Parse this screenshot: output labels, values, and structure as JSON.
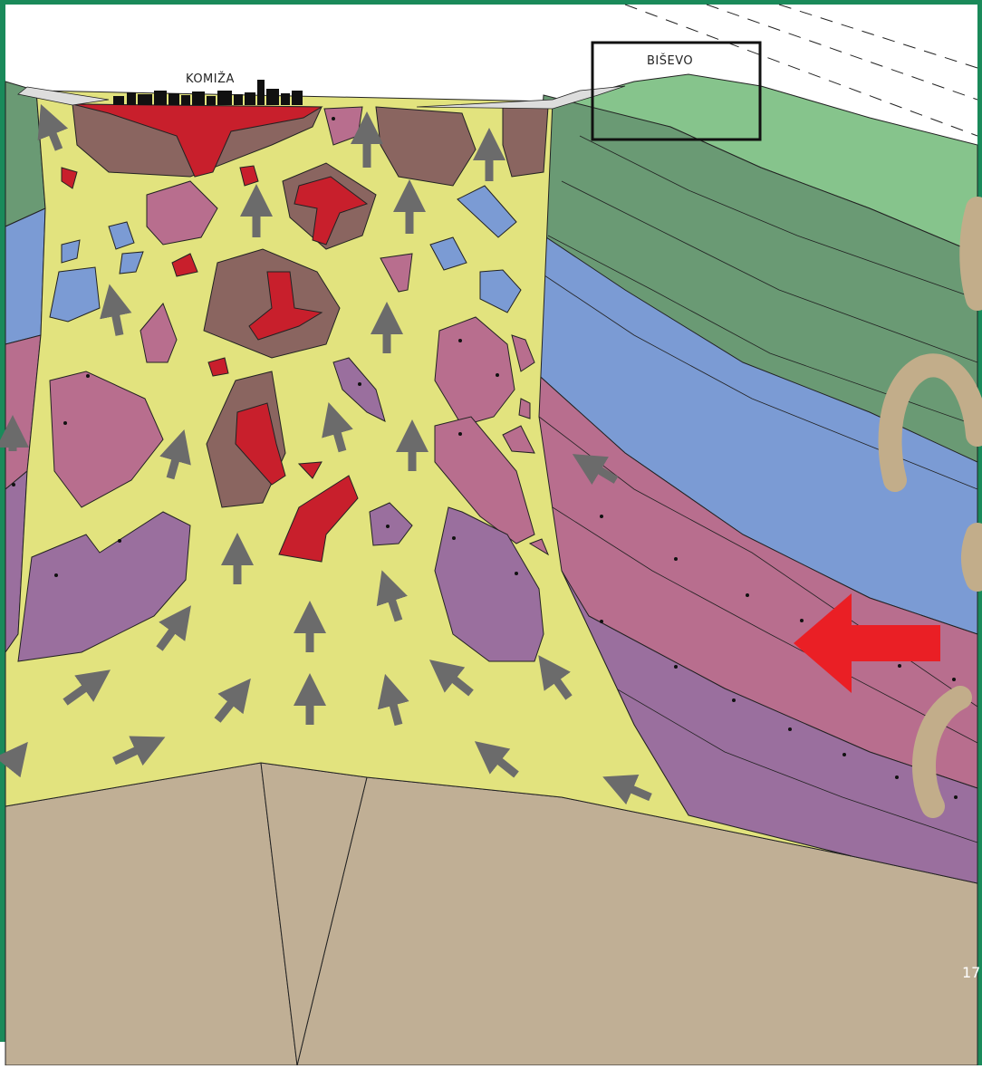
{
  "labels": {
    "komiza": "KOMIŽA",
    "bisevo": "BIŠEVO",
    "page_number": "17"
  },
  "colors": {
    "diapir_yellow": "#e2e37e",
    "basement_tan": "#c0af95",
    "anhydrite_brown": "#8a6560",
    "volcanic_red": "#c81f2c",
    "pink_sediment": "#b86e8e",
    "purple_sediment": "#9a6f9e",
    "blue_layer": "#7b9bd4",
    "dark_green_layer": "#6a9a74",
    "light_green_layer": "#86c48c",
    "arrow_gray": "#6b6b6b",
    "push_arrow_red": "#ea1f25",
    "tan_swirl": "#c2ad8a",
    "frame_green": "#1a8a5a"
  },
  "icons": {
    "upward_flow": "arrow-up-icon",
    "lateral_push": "arrow-left-icon",
    "town": "city-skyline-icon"
  }
}
